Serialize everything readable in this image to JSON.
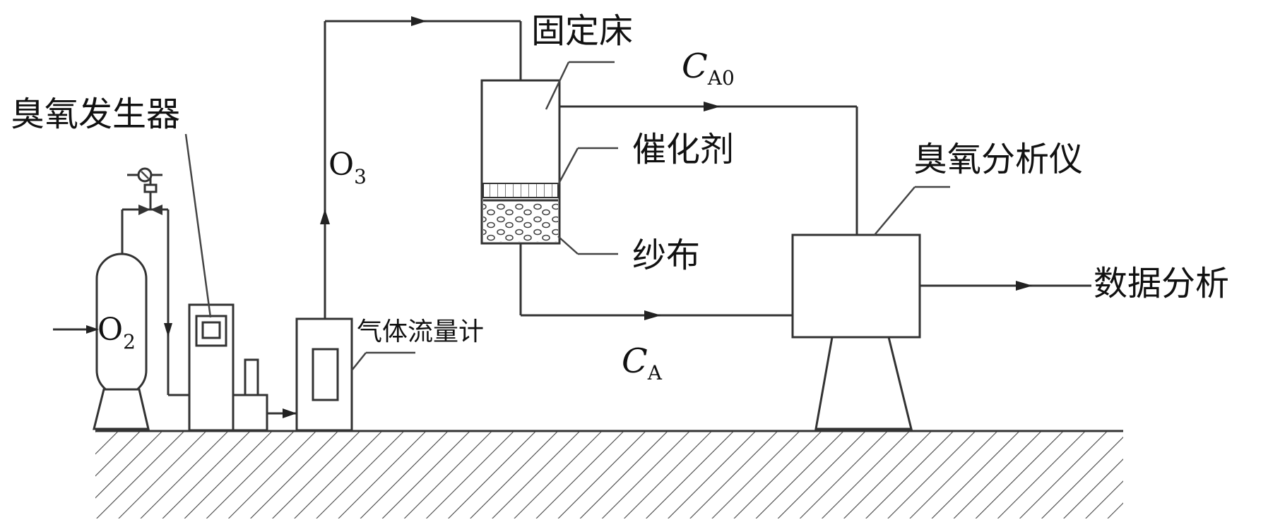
{
  "labels": {
    "ozone_generator": "臭氧发生器",
    "fixed_bed": "固定床",
    "catalyst": "催化剂",
    "gauze": "纱布",
    "ozone_analyzer": "臭氧分析仪",
    "data_analysis": "数据分析",
    "gas_flowmeter": "气体流量计",
    "o3": {
      "base": "O",
      "sub": "3"
    },
    "o2": {
      "base": "O",
      "sub": "2"
    },
    "ca0": {
      "base": "C",
      "sub": "A0"
    },
    "ca": {
      "base": "C",
      "sub": "A"
    }
  }
}
